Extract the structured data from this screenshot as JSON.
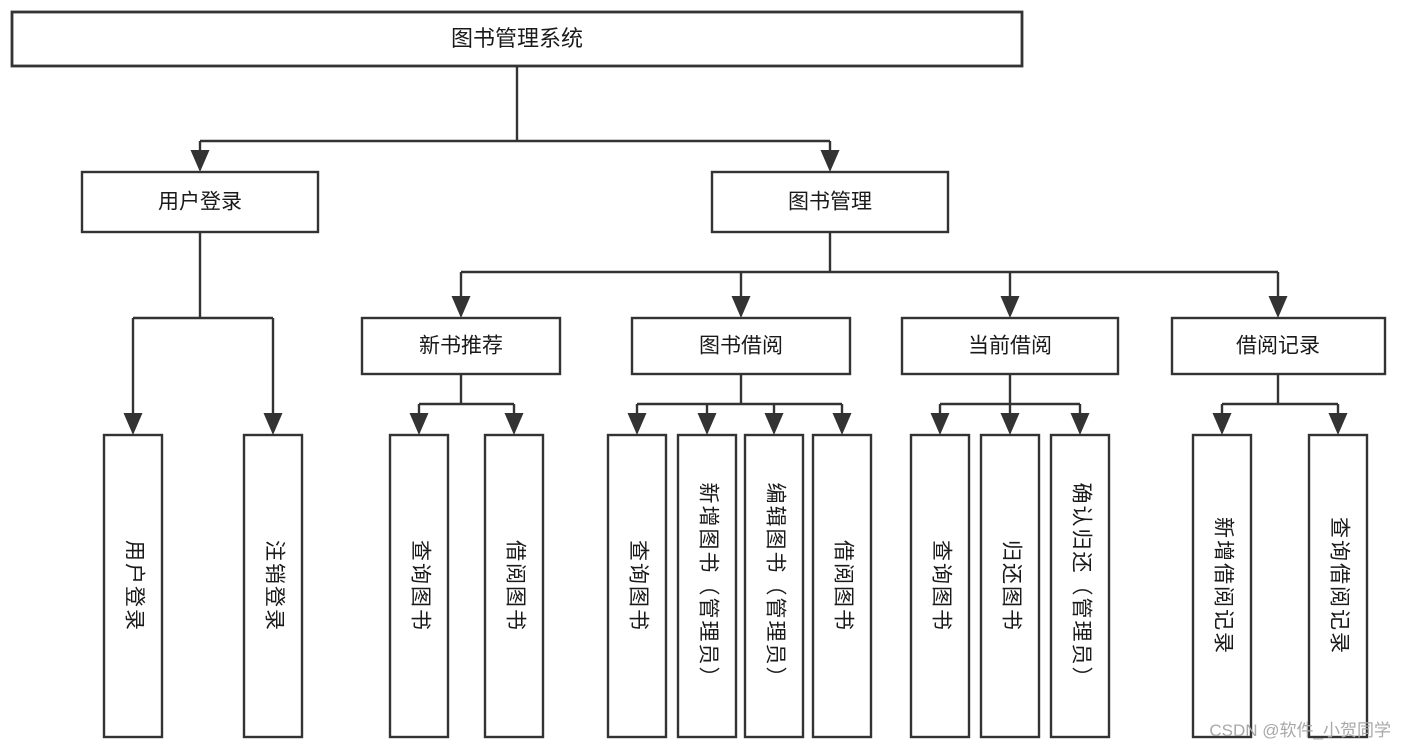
{
  "diagram": {
    "type": "tree-hierarchy-chart",
    "title": "图书管理系统",
    "watermark": "CSDN @软件_小贺同学",
    "colors": {
      "background": "#ffffff",
      "stroke": "#333333",
      "text": "#1a1a1a",
      "watermark": "#a8a8a8"
    },
    "levels": {
      "root": {
        "label": "图书管理系统"
      },
      "level1": [
        {
          "label": "用户登录"
        },
        {
          "label": "图书管理"
        }
      ],
      "level2": [
        {
          "label": "新书推荐",
          "parent": "图书管理"
        },
        {
          "label": "图书借阅",
          "parent": "图书管理"
        },
        {
          "label": "当前借阅",
          "parent": "图书管理"
        },
        {
          "label": "借阅记录",
          "parent": "图书管理"
        }
      ],
      "leaves": [
        {
          "label": "用户登录",
          "parent": "用户登录"
        },
        {
          "label": "注销登录",
          "parent": "用户登录"
        },
        {
          "label": "查询图书",
          "parent": "新书推荐"
        },
        {
          "label": "借阅图书",
          "parent": "新书推荐"
        },
        {
          "label": "查询图书",
          "parent": "图书借阅"
        },
        {
          "label": "新增图书（管理员）",
          "parent": "图书借阅"
        },
        {
          "label": "编辑图书（管理员）",
          "parent": "图书借阅"
        },
        {
          "label": "借阅图书",
          "parent": "图书借阅"
        },
        {
          "label": "查询图书",
          "parent": "当前借阅"
        },
        {
          "label": "归还图书",
          "parent": "当前借阅"
        },
        {
          "label": "确认归还（管理员）",
          "parent": "当前借阅"
        },
        {
          "label": "新增借阅记录",
          "parent": "借阅记录"
        },
        {
          "label": "查询借阅记录",
          "parent": "借阅记录"
        }
      ]
    }
  }
}
